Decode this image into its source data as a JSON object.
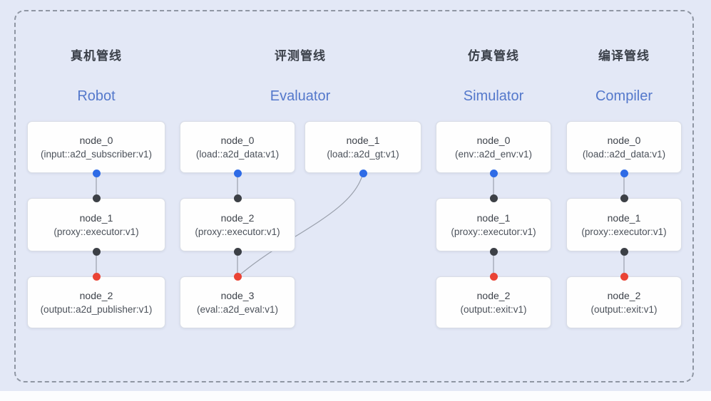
{
  "colors": {
    "canvas_background": "#e3e8f6",
    "frame_dash": "#8f96a3",
    "node_background": "#fefefe",
    "node_border": "#d9dde6",
    "edge_line": "#9aa0ac",
    "zh_header_text": "#3b4049",
    "en_header_text": "#5478cb",
    "port_blue": "#2e6be6",
    "port_dark": "#3c4046",
    "port_red": "#ea4335"
  },
  "pipelines": [
    {
      "zh": "真机管线",
      "en": "Robot",
      "nodes": [
        {
          "title": "node_0",
          "type": "(input::a2d_subscriber:v1)"
        },
        {
          "title": "node_1",
          "type": "(proxy::executor:v1)"
        },
        {
          "title": "node_2",
          "type": "(output::a2d_publisher:v1)"
        }
      ],
      "edges": [
        {
          "from": "node_0",
          "to": "node_1"
        },
        {
          "from": "node_1",
          "to": "node_2"
        }
      ]
    },
    {
      "zh": "评测管线",
      "en": "Evaluator",
      "nodes": [
        {
          "title": "node_0",
          "type": "(load::a2d_data:v1)"
        },
        {
          "title": "node_1",
          "type": "(load::a2d_gt:v1)"
        },
        {
          "title": "node_2",
          "type": "(proxy::executor:v1)"
        },
        {
          "title": "node_3",
          "type": "(eval::a2d_eval:v1)"
        }
      ],
      "edges": [
        {
          "from": "node_0",
          "to": "node_2"
        },
        {
          "from": "node_1",
          "to": "node_3"
        },
        {
          "from": "node_2",
          "to": "node_3"
        }
      ]
    },
    {
      "zh": "仿真管线",
      "en": "Simulator",
      "nodes": [
        {
          "title": "node_0",
          "type": "(env::a2d_env:v1)"
        },
        {
          "title": "node_1",
          "type": "(proxy::executor:v1)"
        },
        {
          "title": "node_2",
          "type": "(output::exit:v1)"
        }
      ],
      "edges": [
        {
          "from": "node_0",
          "to": "node_1"
        },
        {
          "from": "node_1",
          "to": "node_2"
        }
      ]
    },
    {
      "zh": "编译管线",
      "en": "Compiler",
      "nodes": [
        {
          "title": "node_0",
          "type": "(load::a2d_data:v1)"
        },
        {
          "title": "node_1",
          "type": "(proxy::executor:v1)"
        },
        {
          "title": "node_2",
          "type": "(output::exit:v1)"
        }
      ],
      "edges": [
        {
          "from": "node_0",
          "to": "node_1"
        },
        {
          "from": "node_1",
          "to": "node_2"
        }
      ]
    }
  ]
}
